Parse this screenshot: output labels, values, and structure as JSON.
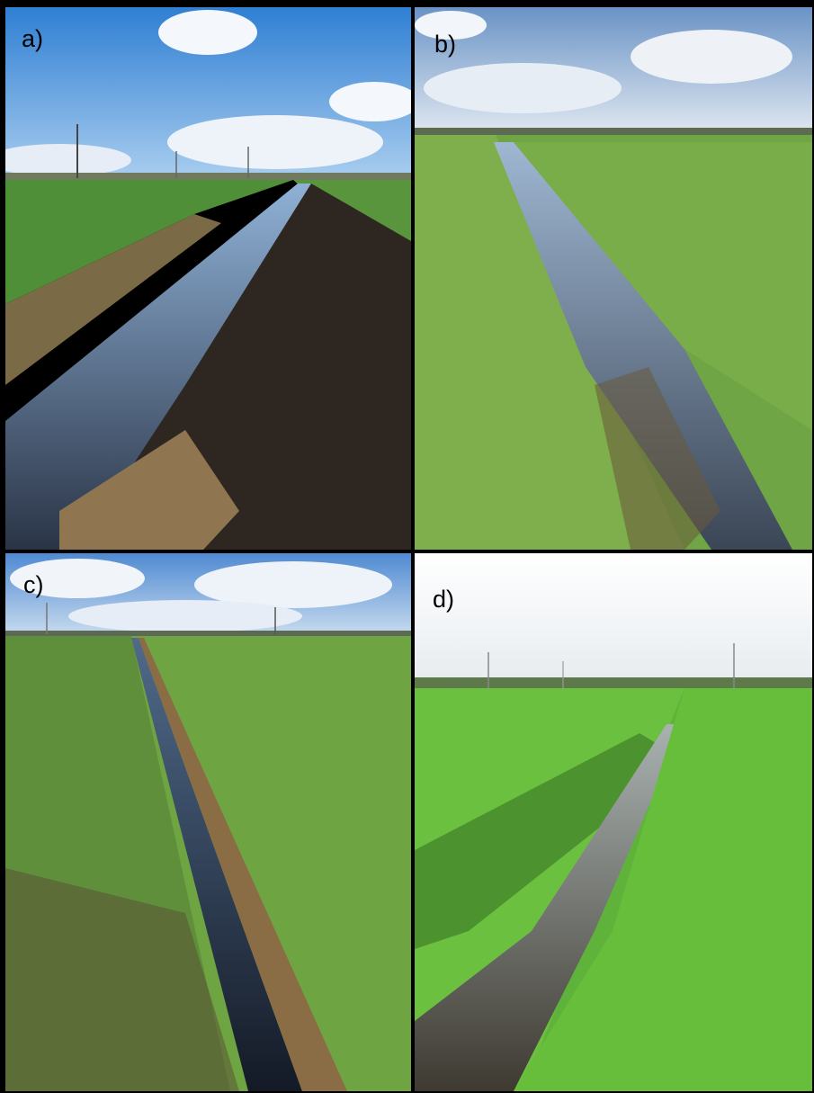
{
  "panels": [
    {
      "id": "a",
      "label": "a)"
    },
    {
      "id": "b",
      "label": "b)"
    },
    {
      "id": "c",
      "label": "c)"
    },
    {
      "id": "d",
      "label": "d)"
    }
  ]
}
